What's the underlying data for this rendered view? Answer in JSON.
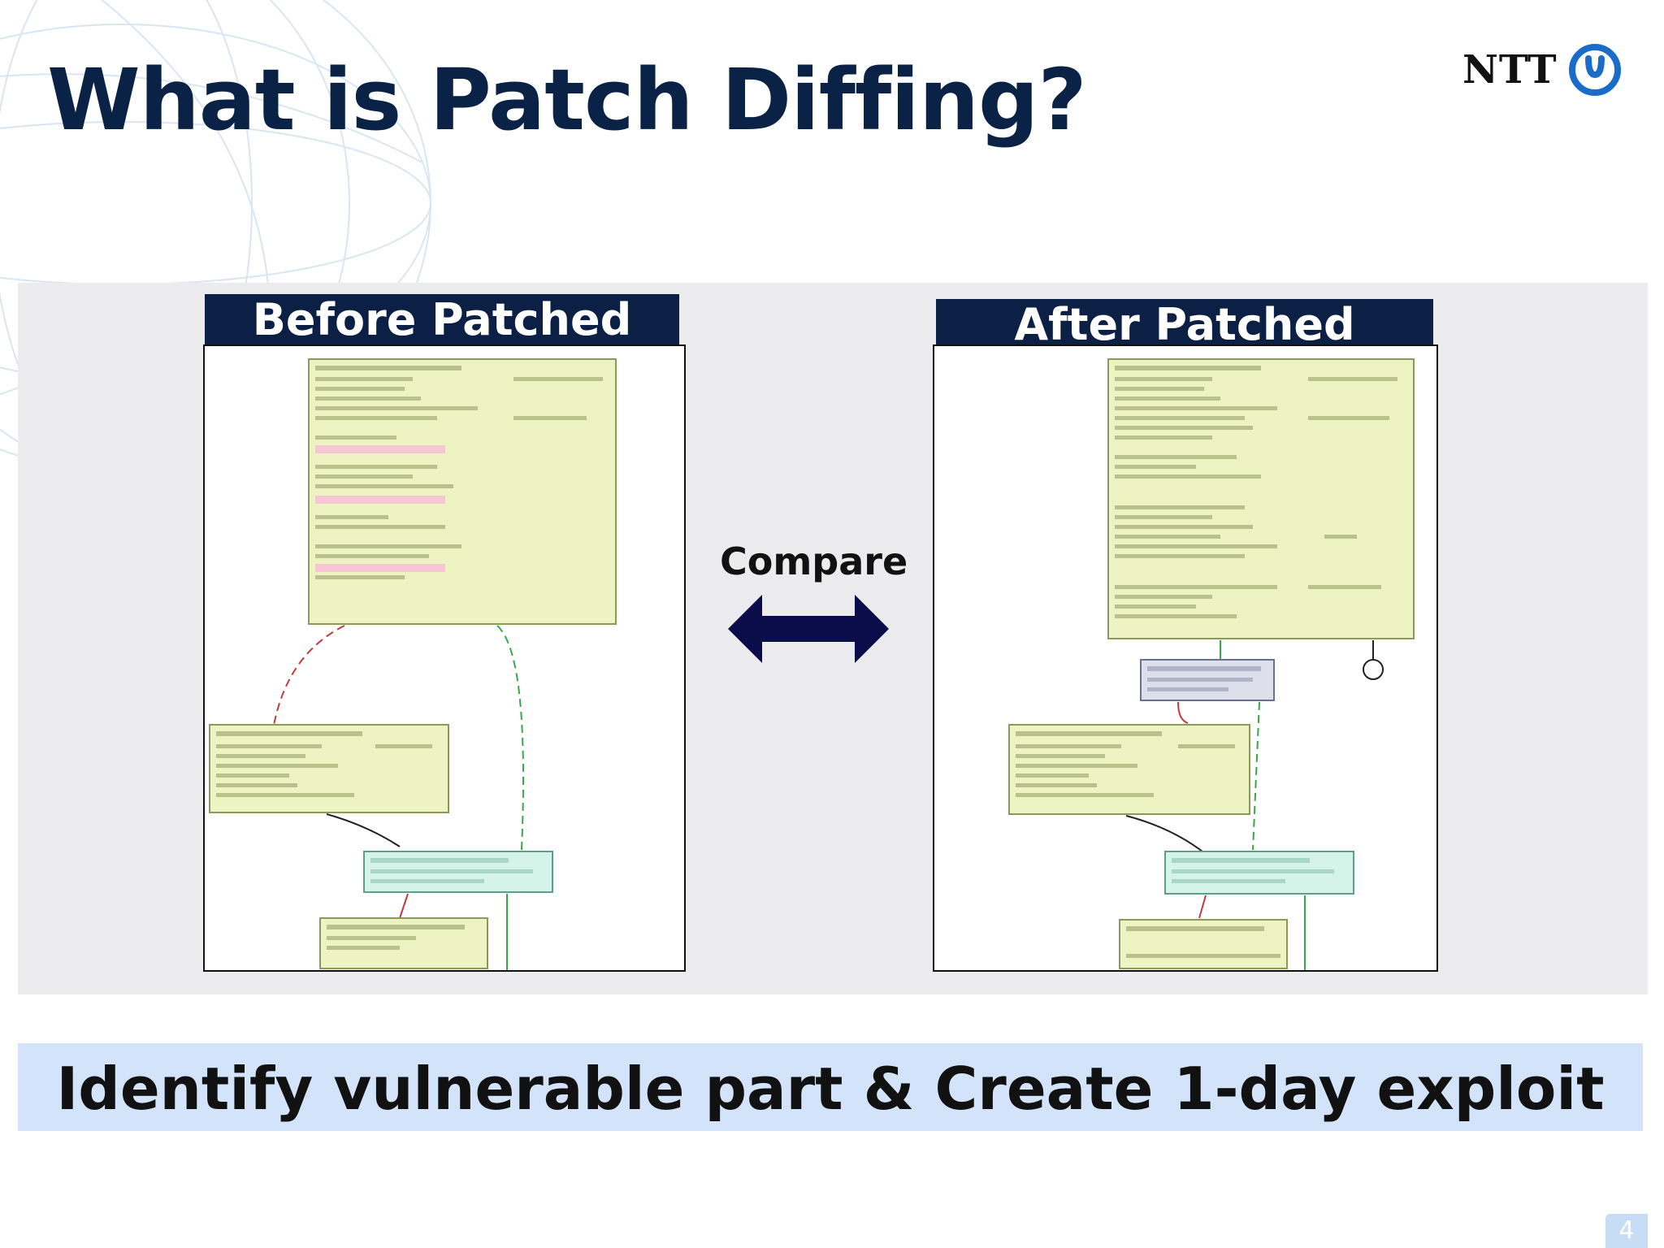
{
  "slide": {
    "title": "What is Patch Diffing?",
    "logo_text": "NTT",
    "logo_icon": "ntt-swirl-icon",
    "page_number": "4"
  },
  "panels": {
    "before": {
      "heading": "Before Patched"
    },
    "after": {
      "heading": "After Patched"
    }
  },
  "compare": {
    "label": "Compare",
    "arrow_icon": "double-headed-arrow-icon",
    "arrow_color": "#0b0d4a"
  },
  "footer": {
    "text": "Identify vulnerable part & Create 1-day exploit"
  },
  "colors": {
    "title": "#0b2247",
    "panel_header": "#0c1f45",
    "band": "#ececee",
    "footer_band": "#d3e4fa",
    "node_fill": "#eef3c4",
    "node_alt_fill": "#d6f3ea",
    "highlight_row": "#f6c6d4"
  }
}
